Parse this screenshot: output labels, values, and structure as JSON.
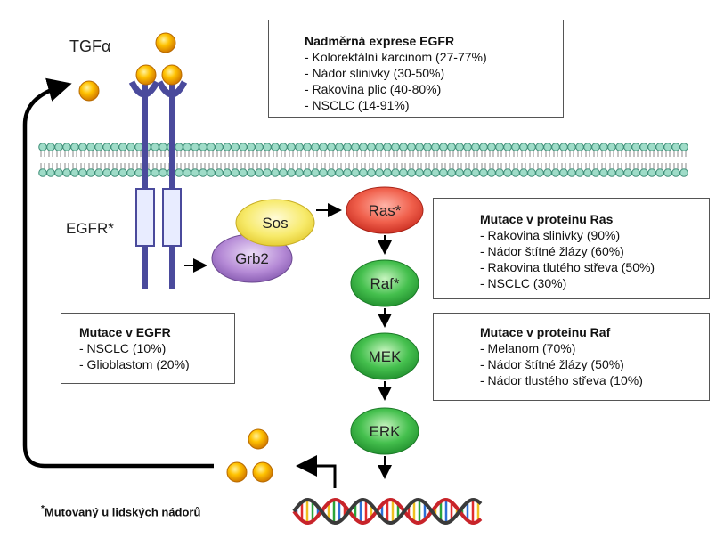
{
  "labels": {
    "tgf": "TGFα",
    "egfr": "EGFR*",
    "sos": "Sos",
    "grb2": "Grb2",
    "ras": "Ras*",
    "raf": "Raf*",
    "mek": "MEK",
    "erk": "ERK"
  },
  "boxes": {
    "overexpression": {
      "title": "Nadměrná exprese EGFR",
      "items": [
        "- Kolorektální karcinom (27-77%)",
        "- Nádor slinivky (30-50%)",
        "- Rakovina plic (40-80%)",
        "- NSCLC (14-91%)"
      ]
    },
    "ras_mutation": {
      "title": "Mutace v proteinu Ras",
      "items": [
        "- Rakovina slinivky (90%)",
        "- Nádor štítné žlázy (60%)",
        "- Rakovina tlutého střeva (50%)",
        "- NSCLC (30%)"
      ]
    },
    "raf_mutation": {
      "title": "Mutace v proteinu Raf",
      "items": [
        "- Melanom (70%)",
        "- Nádor štítné žlázy (50%)",
        "- Nádor tlustého střeva (10%)"
      ]
    },
    "egfr_mutation": {
      "title": "Mutace v EGFR",
      "items": [
        "- NSCLC (10%)",
        "- Glioblastom (20%)"
      ]
    }
  },
  "footnote": {
    "star": "*",
    "text": "Mutovaný u lidských nádorů"
  },
  "colors": {
    "membrane": "#9fdcc8",
    "membrane_stroke": "#3f8f78",
    "receptor": "#4a4a9c",
    "ligand": "#f5a400",
    "ras": "#e84a3c",
    "pathway_green": "#2aa43a",
    "sos": "#f2e04a",
    "grb2": "#9a6bc0"
  }
}
